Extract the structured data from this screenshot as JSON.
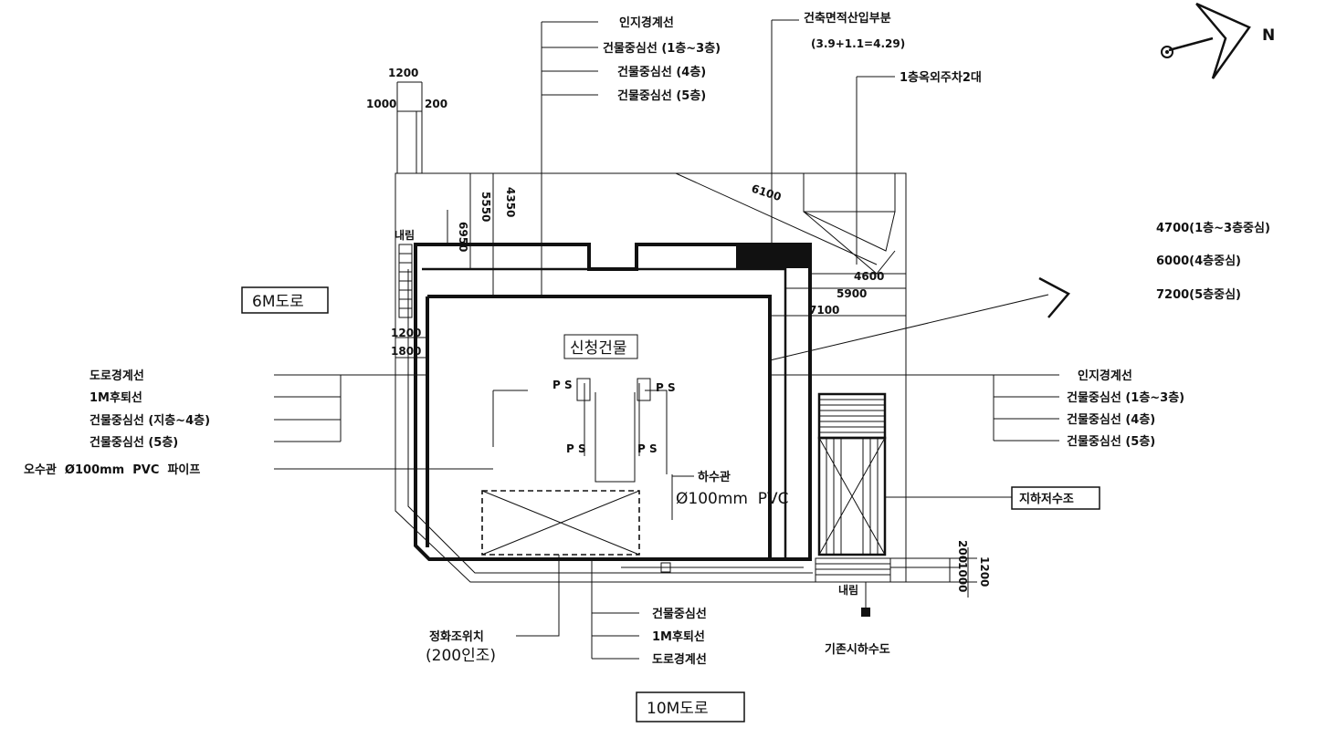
{
  "roads": {
    "west": "6M도로",
    "south": "10M도로"
  },
  "building_label": "신청건물",
  "north_label": "N",
  "top_labels": {
    "site_boundary": "인지경계선",
    "center_1_3": "건물중심선 (1층~3층)",
    "center_4": "건물중심선 (4층)",
    "center_5": "건물중심선 (5층)"
  },
  "area_note": {
    "title": "건축면적산입부분",
    "formula": "(3.9+1.1=4.29)"
  },
  "parking_note": "1층옥외주차2대",
  "centerline_dims": [
    "4700(1층~3층중심)",
    "6000(4층중심)",
    "7200(5층중심)"
  ],
  "left_labels": [
    "도로경계선",
    "1M후퇴선",
    "건물중심선 (지층~4층)",
    "건물중심선 (5층)"
  ],
  "sewage_pipe": "오수관  Ø100mm  PVC  파이프",
  "right_labels": [
    "인지경계선",
    "건물중심선 (1층~3층)",
    "건물중심선 (4층)",
    "건물중심선 (5층)"
  ],
  "drain_pipe": {
    "line1": "하수관",
    "line2": "Ø100mm  PVC"
  },
  "tank_label": "지하저수조",
  "bottom_labels": [
    "건물중심선",
    "1M후퇴선",
    "도로경계선"
  ],
  "septic": {
    "line1": "정화조위치",
    "line2": "(200인조)"
  },
  "existing_sewer": "기존시하수도",
  "ps_label": "P S",
  "stair_label": "내림",
  "dims": {
    "d1200_top": "1200",
    "d1000": "1000",
    "d200": "200",
    "d4350": "4350",
    "d5550": "5550",
    "d6950": "6950",
    "d6100": "6100",
    "d4600": "4600",
    "d5900": "5900",
    "d7100": "7100",
    "d1200_left": "1200",
    "d1800": "1800",
    "d200_br": "200",
    "d1000_br": "1000",
    "d1200_br": "1200"
  }
}
